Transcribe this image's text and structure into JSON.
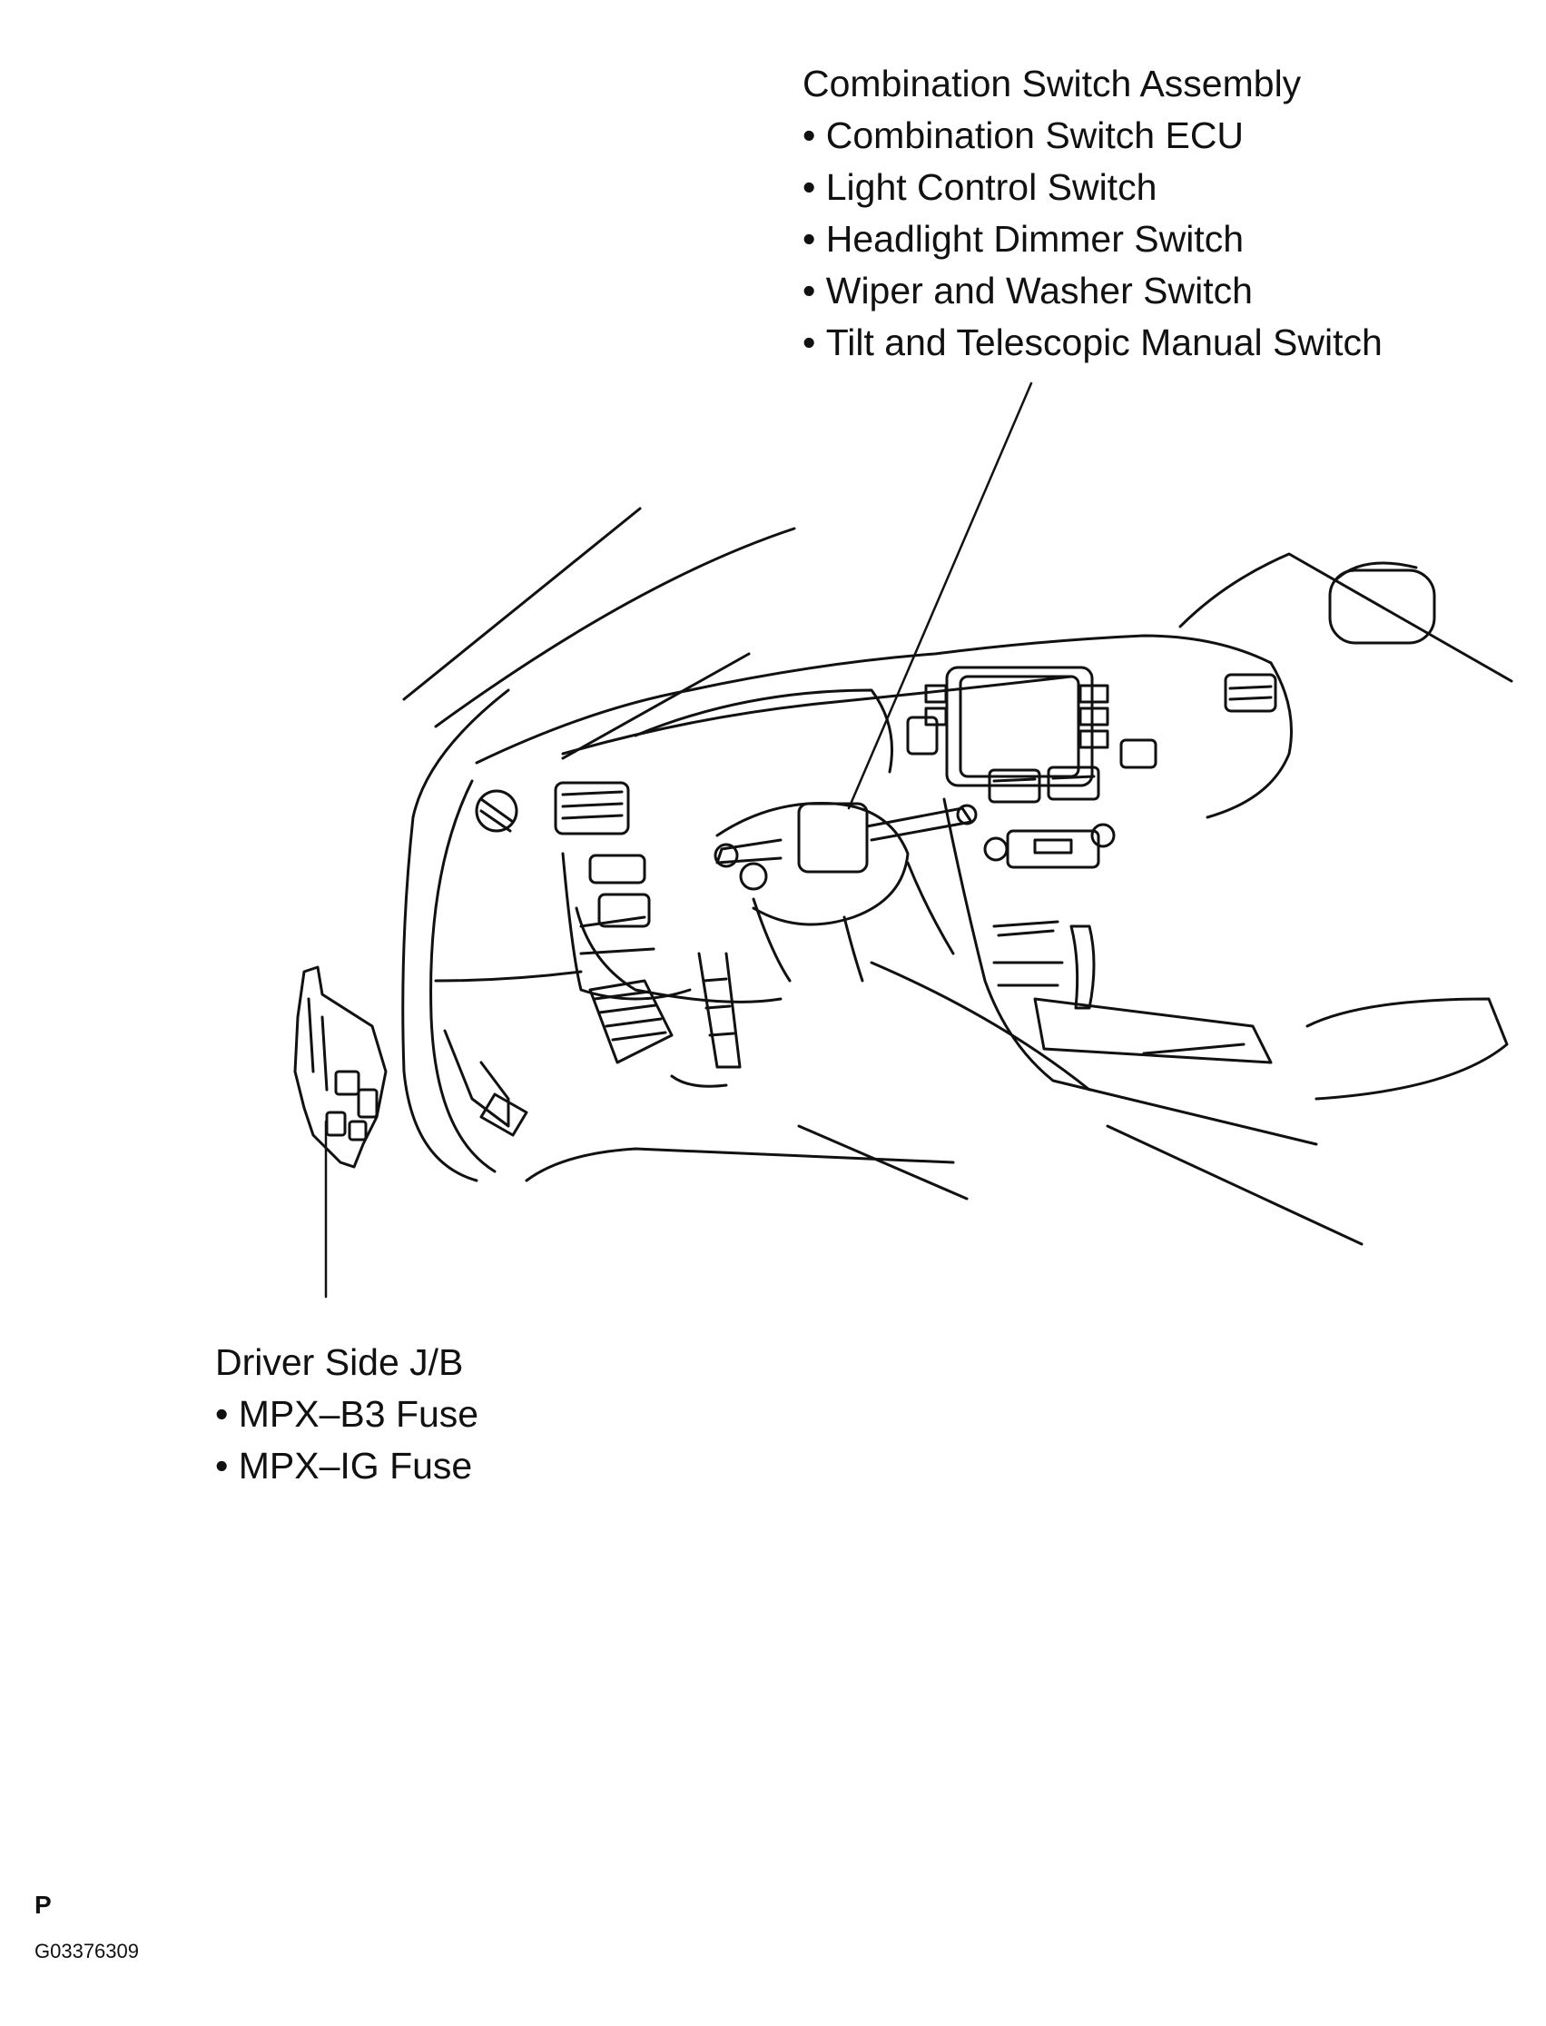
{
  "callouts": {
    "combination_switch": {
      "title": "Combination Switch Assembly",
      "items": [
        "Combination Switch ECU",
        "Light Control Switch",
        "Headlight Dimmer Switch",
        "Wiper and Washer Switch",
        "Tilt and Telescopic Manual Switch"
      ]
    },
    "junction_block": {
      "title": "Driver Side J/B",
      "items": [
        "MPX–B3 Fuse",
        "MPX–IG Fuse"
      ]
    }
  },
  "footer": {
    "letter": "P",
    "code": "G03376309"
  }
}
